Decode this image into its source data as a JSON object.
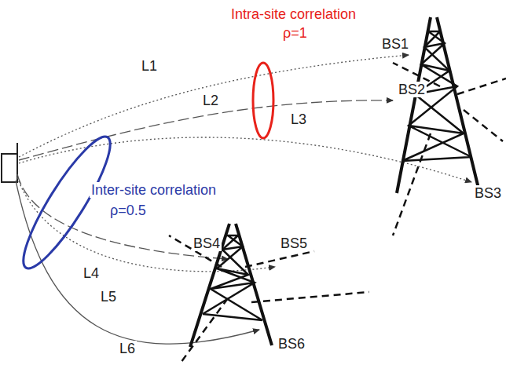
{
  "diagram": {
    "labels": [
      "Intra-site correlation",
      "ρ=1",
      "L1",
      "BS1",
      "L2",
      "BS2",
      "L3",
      "BS3",
      "Inter-site correlation",
      "ρ=0.5",
      "L4",
      "BS4",
      "BS5",
      "L5",
      "BS6",
      "L6"
    ]
  }
}
